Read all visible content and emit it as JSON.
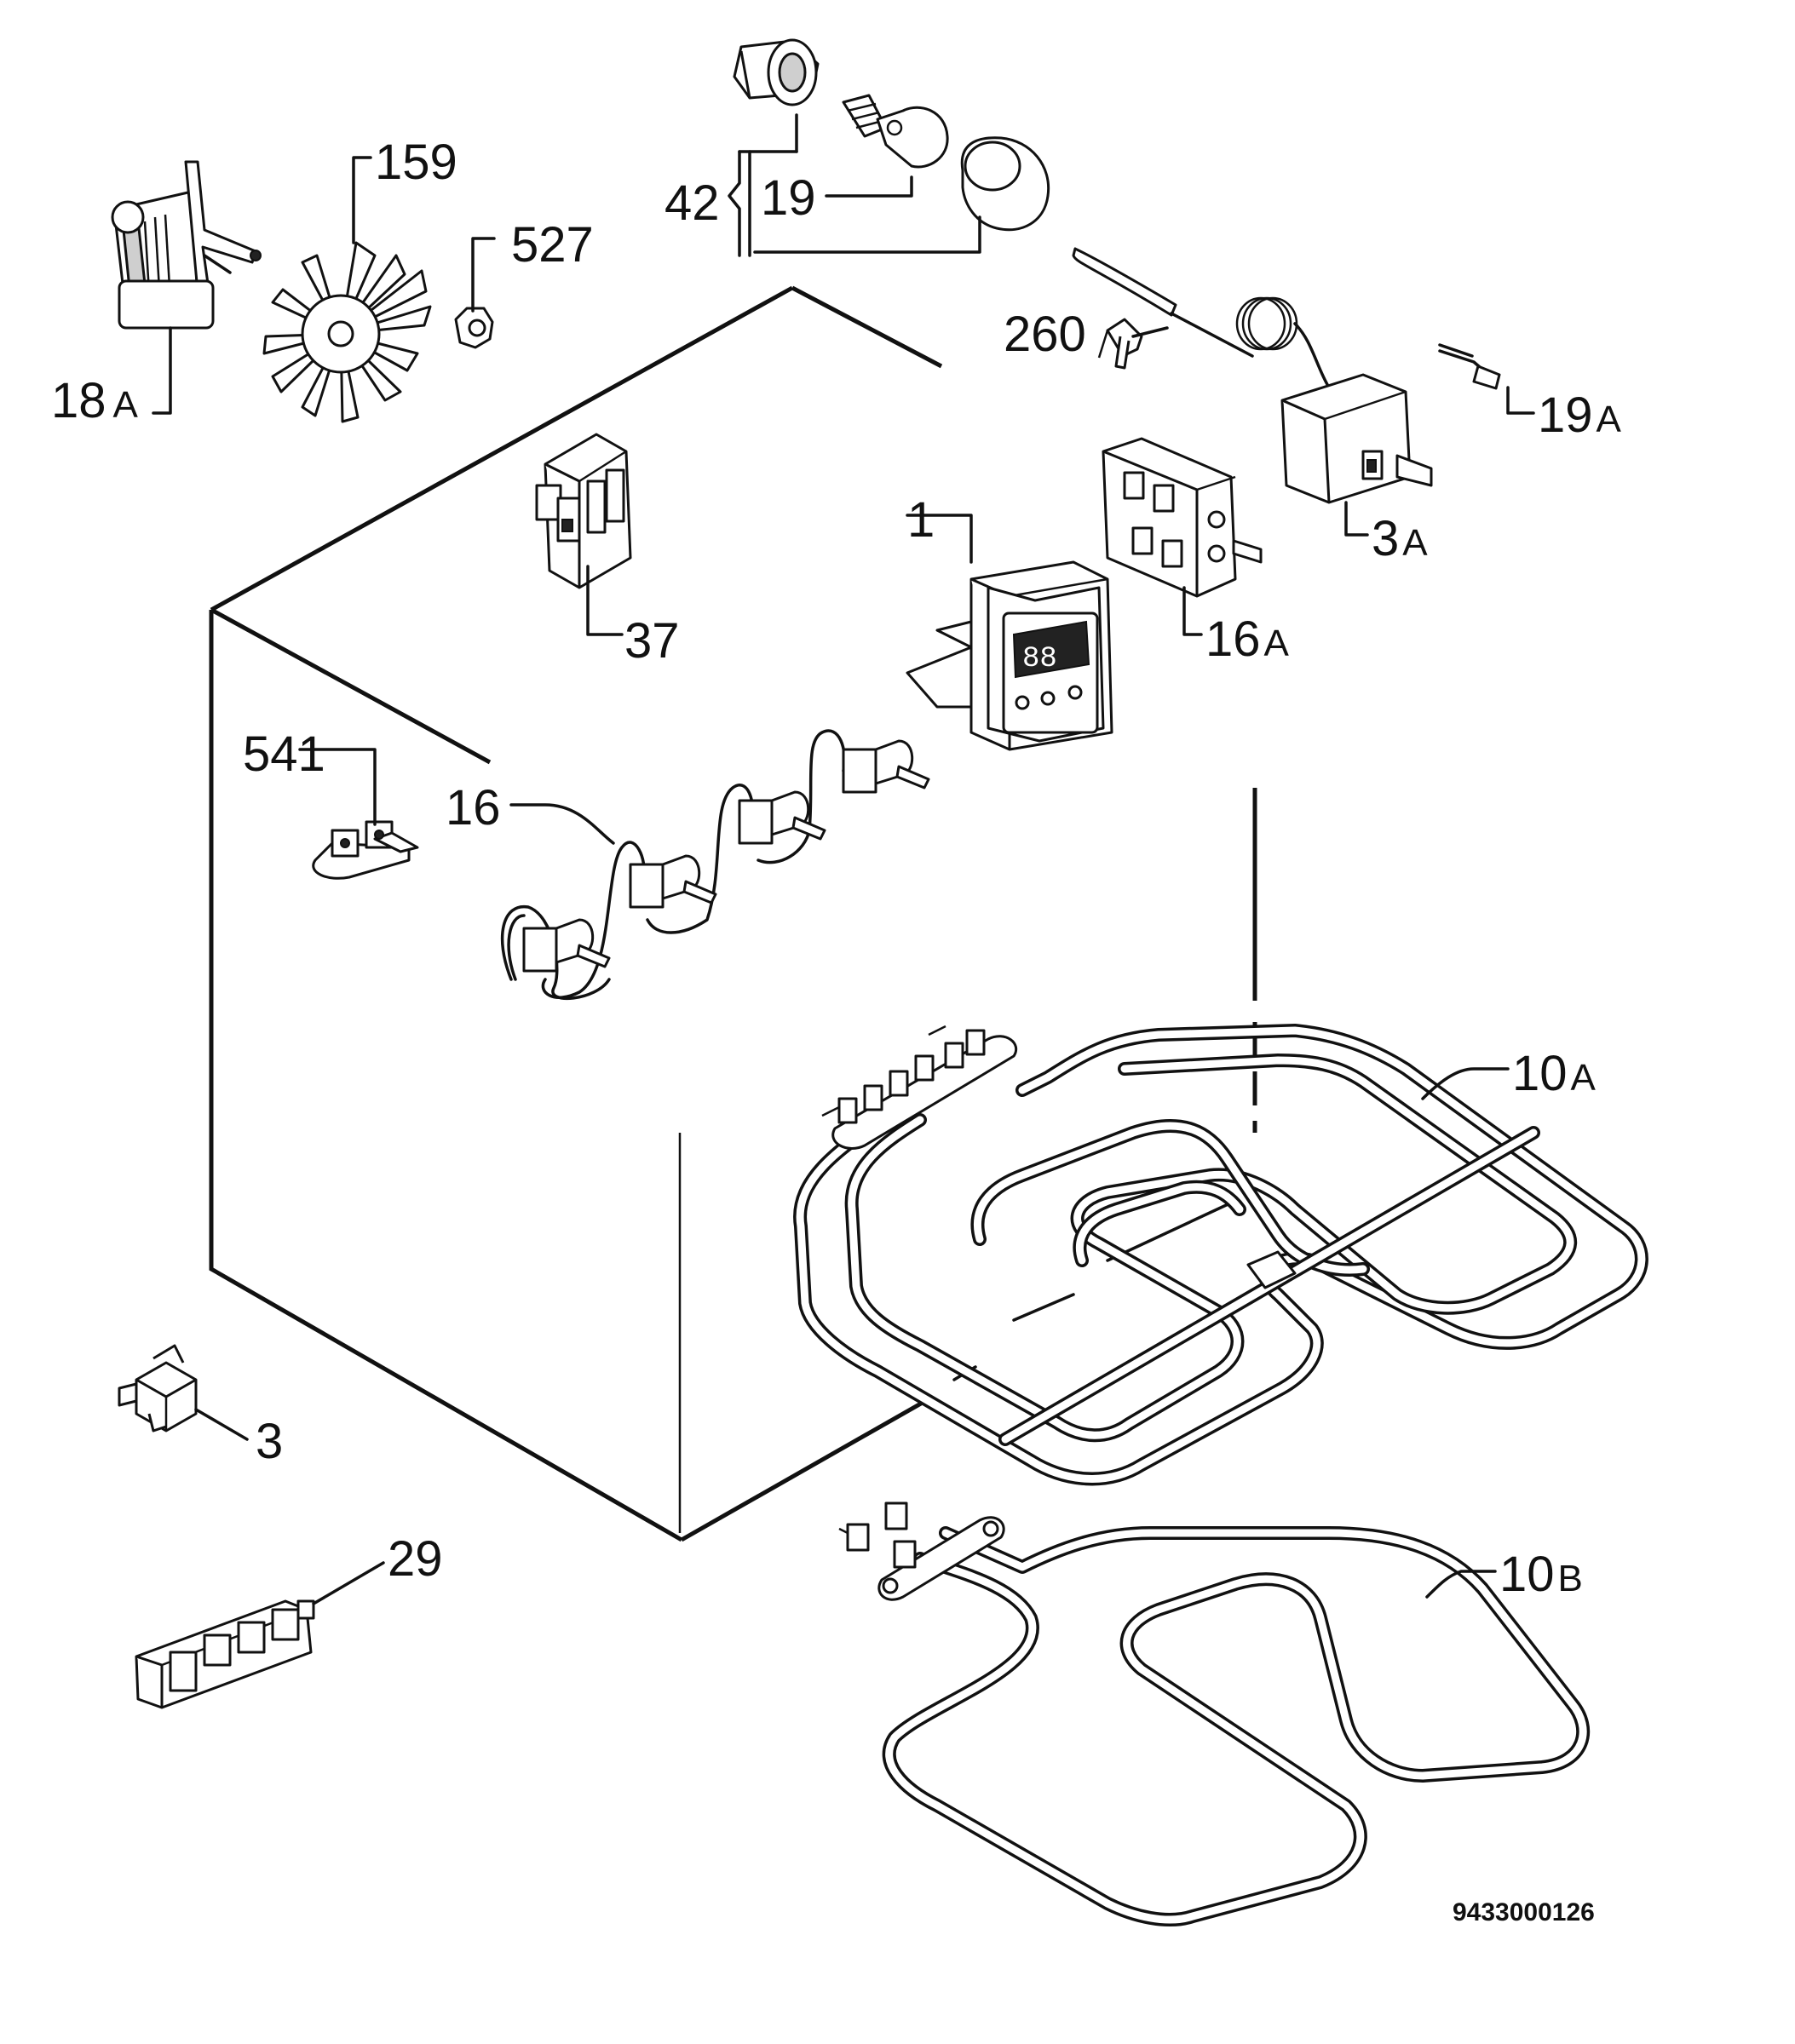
{
  "diagram": {
    "labels": {
      "p18a": {
        "num": "18",
        "suffix": "A"
      },
      "p159": {
        "num": "159"
      },
      "p527": {
        "num": "527"
      },
      "p42": {
        "num": "42"
      },
      "p19": {
        "num": "19"
      },
      "p260": {
        "num": "260"
      },
      "p19a": {
        "num": "19",
        "suffix": "A"
      },
      "p3a": {
        "num": "3",
        "suffix": "A"
      },
      "p1": {
        "num": "1"
      },
      "p16a": {
        "num": "16",
        "suffix": "A"
      },
      "p37": {
        "num": "37"
      },
      "p541": {
        "num": "541"
      },
      "p16": {
        "num": "16"
      },
      "p10a": {
        "num": "10",
        "suffix": "A"
      },
      "p10b": {
        "num": "10",
        "suffix": "B"
      },
      "p3": {
        "num": "3"
      },
      "p29": {
        "num": "29"
      }
    },
    "document_number": "9433000126"
  }
}
